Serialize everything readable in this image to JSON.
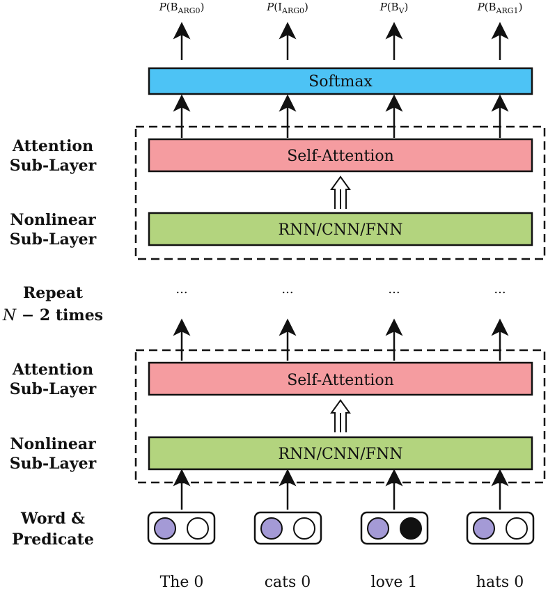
{
  "outputs": [
    {
      "p": "P",
      "open": "(B",
      "sub": "ARG0",
      "close": ")"
    },
    {
      "p": "P",
      "open": "(I",
      "sub": "ARG0",
      "close": ")"
    },
    {
      "p": "P",
      "open": "(B",
      "sub": "V",
      "close": ")"
    },
    {
      "p": "P",
      "open": "(B",
      "sub": "ARG1",
      "close": ")"
    }
  ],
  "softmax_label": "Softmax",
  "attention_label": "Self-Attention",
  "nonlinear_label": "RNN/CNN/FNN",
  "side_labels": {
    "attention_line1": "Attention",
    "attention_line2": "Sub-Layer",
    "nonlinear_line1": "Nonlinear",
    "nonlinear_line2": "Sub-Layer",
    "repeat_line1": "Repeat",
    "repeat_n": "N",
    "repeat_rest": " − 2 times",
    "input_line1": "Word &",
    "input_line2": "Predicate"
  },
  "ellipsis": [
    "...",
    "...",
    "...",
    "..."
  ],
  "words": [
    "The 0",
    "cats 0",
    "love 1",
    "hats 0"
  ],
  "predicate_flags": [
    0,
    0,
    1,
    0
  ],
  "colors": {
    "softmax": "#4dc3f5",
    "attention": "#f59ca0",
    "nonlinear": "#b3d47e",
    "word_circle": "#a49ad6",
    "predicate_on": "#111111",
    "predicate_off": "#ffffff"
  }
}
